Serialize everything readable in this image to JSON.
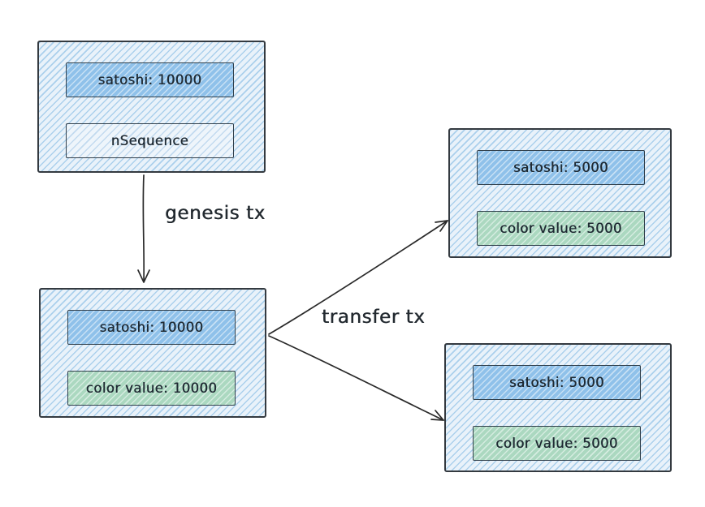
{
  "diagram": {
    "title_hint": "colored coins genesis and transfer transactions",
    "boxes": [
      {
        "role": "genesis-input",
        "fields": [
          {
            "text": "satoshi: 10000",
            "kind": "satoshi"
          },
          {
            "text": "nSequence",
            "kind": "plain"
          }
        ]
      },
      {
        "role": "genesis-output",
        "fields": [
          {
            "text": "satoshi: 10000",
            "kind": "satoshi"
          },
          {
            "text": "color value: 10000",
            "kind": "colorval"
          }
        ]
      },
      {
        "role": "transfer-output-top",
        "fields": [
          {
            "text": "satoshi: 5000",
            "kind": "satoshi"
          },
          {
            "text": "color value: 5000",
            "kind": "colorval"
          }
        ]
      },
      {
        "role": "transfer-output-bottom",
        "fields": [
          {
            "text": "satoshi: 5000",
            "kind": "satoshi"
          },
          {
            "text": "color value: 5000",
            "kind": "colorval"
          }
        ]
      }
    ],
    "edge_labels": {
      "genesis": "genesis tx",
      "transfer": "transfer tx"
    },
    "colors": {
      "outer_fill": "#e9f2fa",
      "outer_hatch": "#abd0ec",
      "satoshi_fill": "#8fc1ea",
      "plain_fill": "#eef5fb",
      "color_fill": "#abd8c0",
      "stroke": "#343a40",
      "arrow": "#2a2a2a",
      "text": "#1f2a33"
    }
  }
}
